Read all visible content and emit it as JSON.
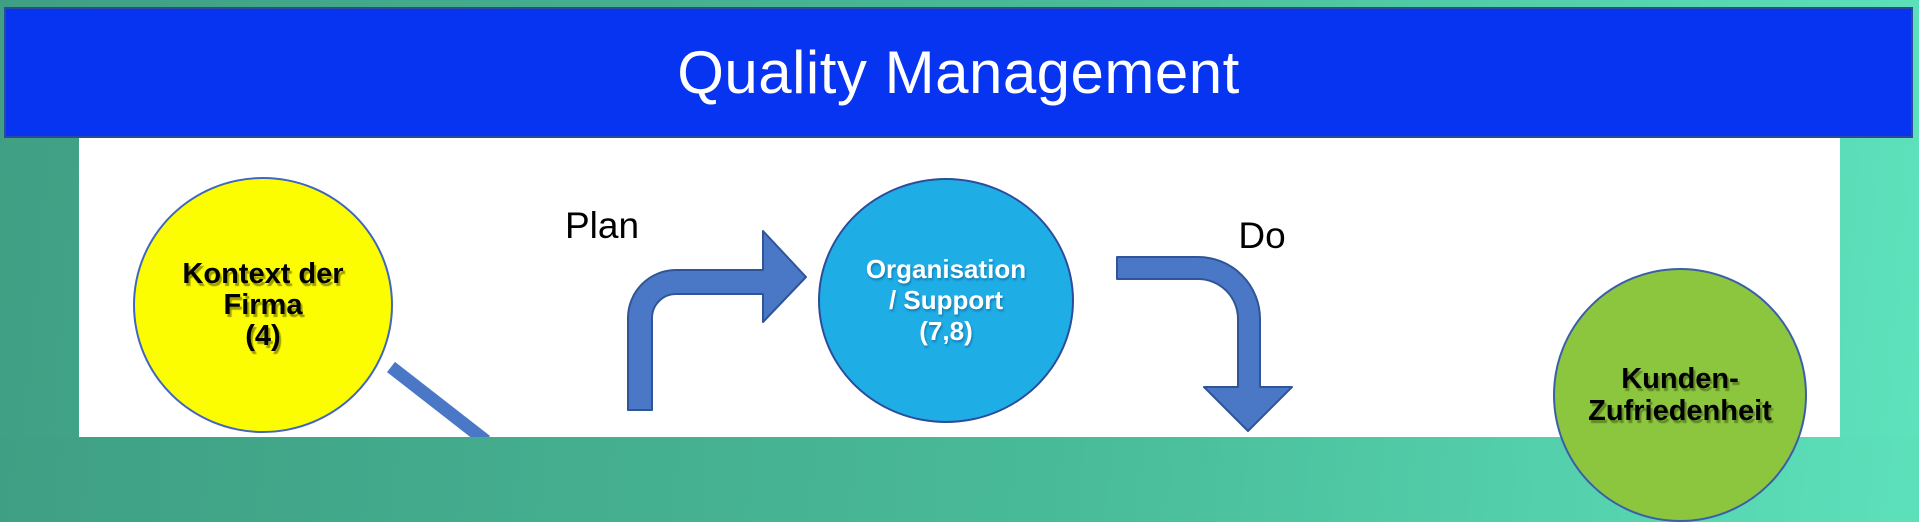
{
  "title_bar": {
    "text": "Quality Management"
  },
  "flow_labels": {
    "plan": "Plan",
    "do": "Do"
  },
  "circles": {
    "context": {
      "lines": [
        "Kontext der",
        "Firma",
        "(4)"
      ]
    },
    "organisation": {
      "lines": [
        "Organisation",
        "/ Support",
        "(7,8)"
      ]
    },
    "customer": {
      "lines": [
        "Kunden-",
        "Zufriedenheit"
      ]
    }
  },
  "colors": {
    "background_gradient_start": "#3f9f84",
    "background_gradient_end": "#5de2bc",
    "title_bar_fill": "#0634f1",
    "title_bar_border": "#2c4a9a",
    "title_text": "#ffffff",
    "canvas": "#ffffff",
    "context_circle_fill": "#fdfd02",
    "organisation_circle_fill": "#1fade6",
    "customer_circle_fill": "#8cc63e",
    "circle_outline": "#2c4d9b",
    "arrow_fill": "#4a78c6",
    "arrow_outline": "#2f5596",
    "label_text": "#000000"
  }
}
